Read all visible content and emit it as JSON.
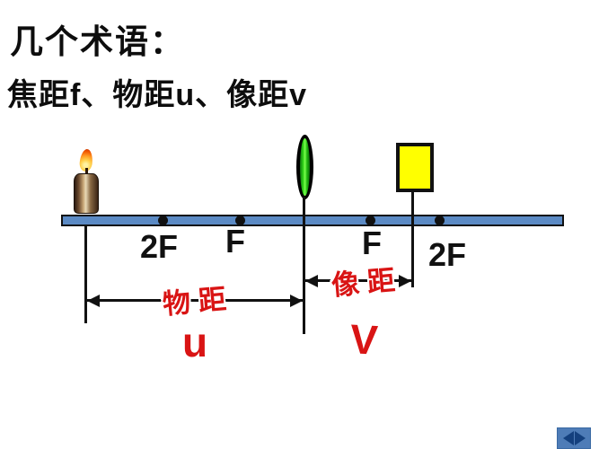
{
  "slide": {
    "title": "几个术语：",
    "subtitle": "焦距f、物距u、像距v"
  },
  "diagram": {
    "focal_marks": {
      "left_2f": "2F",
      "left_f": "F",
      "right_f": "F",
      "right_2f": "2F"
    },
    "object_distance": {
      "label": "物距",
      "symbol": "u"
    },
    "image_distance": {
      "label": "像距",
      "symbol": "V"
    },
    "icons": {
      "object": "candle-icon",
      "lens": "convex-lens-icon",
      "image": "screen-icon",
      "prev": "left-triangle-icon",
      "next": "right-triangle-icon"
    },
    "colors": {
      "bench_blue": "#5b8ac4",
      "lens_green": "#2ecc22",
      "screen_yellow": "#ffff00",
      "annotation_red": "#d91414",
      "text_black": "#111111",
      "nav_bg": "#4e7cb7",
      "nav_arrow": "#14407e"
    }
  }
}
